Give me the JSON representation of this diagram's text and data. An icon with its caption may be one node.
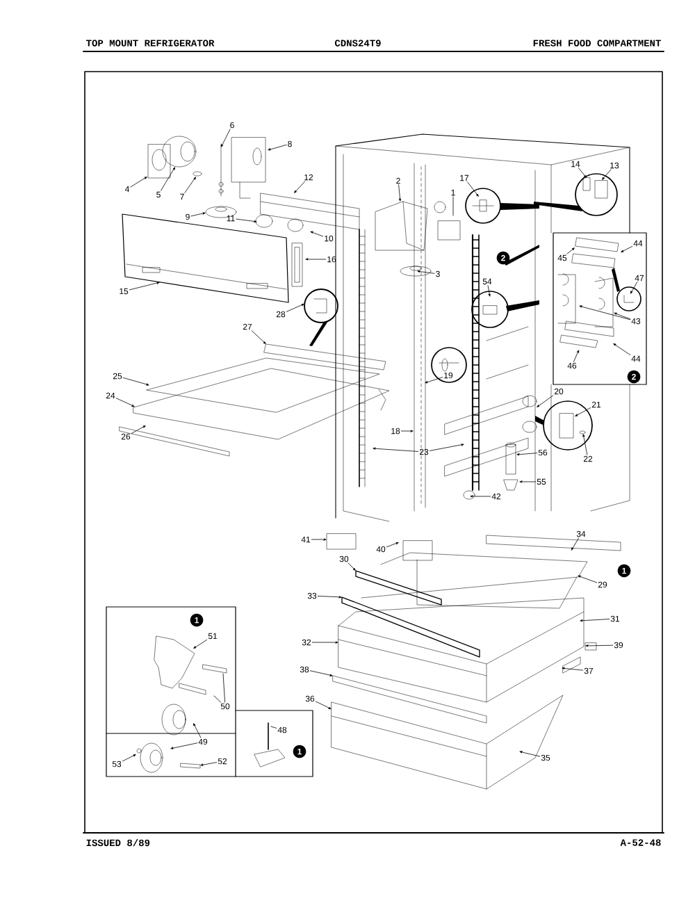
{
  "diagram": {
    "nodes": [
      {
        "text": [
          "6"
        ]
      },
      {
        "text": [
          "8"
        ]
      },
      {
        "text": [
          "12"
        ]
      },
      {
        "text": [
          "2"
        ]
      },
      {
        "text": [
          "17"
        ]
      },
      {
        "text": [
          "14"
        ]
      },
      {
        "text": [
          "13"
        ]
      },
      {
        "text": [
          "4"
        ]
      },
      {
        "text": [
          "5"
        ]
      },
      {
        "text": [
          "7"
        ]
      },
      {
        "text": [
          "1"
        ]
      },
      {
        "text": [
          "9"
        ]
      },
      {
        "text": [
          "11"
        ]
      },
      {
        "text": [
          "10"
        ]
      },
      {
        "text": [
          "16"
        ]
      },
      {
        "text": [
          "45"
        ]
      },
      {
        "text": [
          "44"
        ]
      },
      {
        "text": [
          "3"
        ]
      },
      {
        "text": [
          "47"
        ]
      },
      {
        "text": [
          "54"
        ]
      },
      {
        "text": [
          "15"
        ]
      },
      {
        "text": [
          "28"
        ]
      },
      {
        "text": [
          "27"
        ]
      },
      {
        "text": [
          "43"
        ]
      },
      {
        "text": [
          "44"
        ]
      },
      {
        "text": [
          "46"
        ]
      },
      {
        "text": [
          "19"
        ]
      },
      {
        "text": [
          "25"
        ]
      },
      {
        "text": [
          "20"
        ]
      },
      {
        "text": [
          "24"
        ]
      },
      {
        "text": [
          "21"
        ]
      },
      {
        "text": [
          "26"
        ]
      },
      {
        "text": [
          "18"
        ]
      },
      {
        "text": [
          "23"
        ]
      },
      {
        "text": [
          "22"
        ]
      },
      {
        "text": [
          "56"
        ]
      },
      {
        "text": [
          "55"
        ]
      },
      {
        "text": [
          "42"
        ]
      },
      {
        "text": [
          "34"
        ]
      },
      {
        "text": [
          "41"
        ]
      },
      {
        "text": [
          "40"
        ]
      },
      {
        "text": [
          "30"
        ]
      },
      {
        "text": [
          "29"
        ]
      },
      {
        "text": [
          "33"
        ]
      },
      {
        "text": [
          "31"
        ]
      },
      {
        "text": [
          "51"
        ]
      },
      {
        "text": [
          "32"
        ]
      },
      {
        "text": [
          "39"
        ]
      },
      {
        "text": [
          "38"
        ]
      },
      {
        "text": [
          "37"
        ]
      },
      {
        "text": [
          "36"
        ]
      },
      {
        "text": [
          "50"
        ]
      },
      {
        "text": [
          "48"
        ]
      },
      {
        "text": [
          "49"
        ]
      },
      {
        "text": [
          "35"
        ]
      },
      {
        "text": [
          "52"
        ]
      },
      {
        "text": [
          "53"
        ]
      }
    ],
    "edges": [
      {
        "from": 0,
        "to": null,
        "arrow": "to"
      },
      {
        "from": 1,
        "to": null,
        "arrow": "to"
      },
      {
        "from": 2,
        "to": null,
        "arrow": "to"
      },
      {
        "from": 3,
        "to": null,
        "arrow": "to"
      },
      {
        "from": 4,
        "to": null,
        "arrow": "to"
      },
      {
        "from": 5,
        "to": null,
        "arrow": "to"
      },
      {
        "from": 6,
        "to": null,
        "arrow": "to"
      },
      {
        "from": 7,
        "to": null,
        "arrow": "to"
      },
      {
        "from": 8,
        "to": null,
        "arrow": "to"
      },
      {
        "from": 9,
        "to": null,
        "arrow": "to"
      },
      {
        "from": 10,
        "to": null,
        "arrow": "none"
      },
      {
        "from": 11,
        "to": null,
        "arrow": "to"
      },
      {
        "from": 12,
        "to": null,
        "arrow": "to"
      },
      {
        "from": 13,
        "to": null,
        "arrow": "to"
      },
      {
        "from": 14,
        "to": null,
        "arrow": "to"
      },
      {
        "from": 15,
        "to": null,
        "arrow": "to"
      },
      {
        "from": 16,
        "to": null,
        "arrow": "to"
      },
      {
        "from": 17,
        "to": null,
        "arrow": "to"
      },
      {
        "from": 18,
        "to": null,
        "arrow": "to"
      },
      {
        "from": 19,
        "to": null,
        "arrow": "to"
      },
      {
        "from": 20,
        "to": null,
        "arrow": "to"
      },
      {
        "from": 21,
        "to": null,
        "arrow": "to"
      },
      {
        "from": 22,
        "to": null,
        "arrow": "to"
      },
      {
        "from": 23,
        "to": null,
        "arrow": "to"
      },
      {
        "from": 23,
        "to": null,
        "arrow": "to"
      },
      {
        "from": 24,
        "to": null,
        "arrow": "to"
      },
      {
        "from": 25,
        "to": null,
        "arrow": "to"
      },
      {
        "from": 26,
        "to": null,
        "arrow": "to"
      },
      {
        "from": 27,
        "to": null,
        "arrow": "to"
      },
      {
        "from": 28,
        "to": null,
        "arrow": "to"
      },
      {
        "from": 29,
        "to": null,
        "arrow": "to"
      },
      {
        "from": 30,
        "to": null,
        "arrow": "to"
      },
      {
        "from": 31,
        "to": null,
        "arrow": "to"
      },
      {
        "from": 32,
        "to": null,
        "arrow": "to"
      },
      {
        "from": 33,
        "to": null,
        "arrow": "to"
      },
      {
        "from": 33,
        "to": null,
        "arrow": "to"
      },
      {
        "from": 34,
        "to": null,
        "arrow": "to"
      },
      {
        "from": 35,
        "to": null,
        "arrow": "to"
      },
      {
        "from": 36,
        "to": null,
        "arrow": "to"
      },
      {
        "from": 37,
        "to": null,
        "arrow": "to"
      },
      {
        "from": 38,
        "to": null,
        "arrow": "to"
      },
      {
        "from": 39,
        "to": null,
        "arrow": "to"
      },
      {
        "from": 40,
        "to": null,
        "arrow": "to"
      },
      {
        "from": 41,
        "to": null,
        "arrow": "to"
      },
      {
        "from": 42,
        "to": null,
        "arrow": "to"
      },
      {
        "from": 43,
        "to": null,
        "arrow": "to"
      },
      {
        "from": 44,
        "to": null,
        "arrow": "to"
      },
      {
        "from": 45,
        "to": null,
        "arrow": "to"
      },
      {
        "from": 46,
        "to": null,
        "arrow": "to"
      },
      {
        "from": 47,
        "to": null,
        "arrow": "to"
      },
      {
        "from": 48,
        "to": null,
        "arrow": "to"
      },
      {
        "from": 49,
        "to": null,
        "arrow": "to"
      },
      {
        "from": 50,
        "to": null,
        "arrow": "to"
      },
      {
        "from": 51,
        "to": null,
        "arrow": "none"
      },
      {
        "from": 51,
        "to": null,
        "arrow": "none"
      },
      {
        "from": 52,
        "to": null,
        "arrow": "none"
      },
      {
        "from": 53,
        "to": null,
        "arrow": "to"
      },
      {
        "from": 53,
        "to": null,
        "arrow": "to"
      },
      {
        "from": 54,
        "to": null,
        "arrow": "to"
      },
      {
        "from": 55,
        "to": null,
        "arrow": "to"
      },
      {
        "from": 56,
        "to": null,
        "arrow": "to"
      }
    ],
    "labels": [
      "TOP MOUNT REFRIGERATOR",
      "CDNS24T9",
      "FRESH FOOD COMPARTMENT",
      "2",
      "2",
      "1",
      "1",
      "1",
      "ISSUED 8/89",
      "A-52-48"
    ]
  }
}
